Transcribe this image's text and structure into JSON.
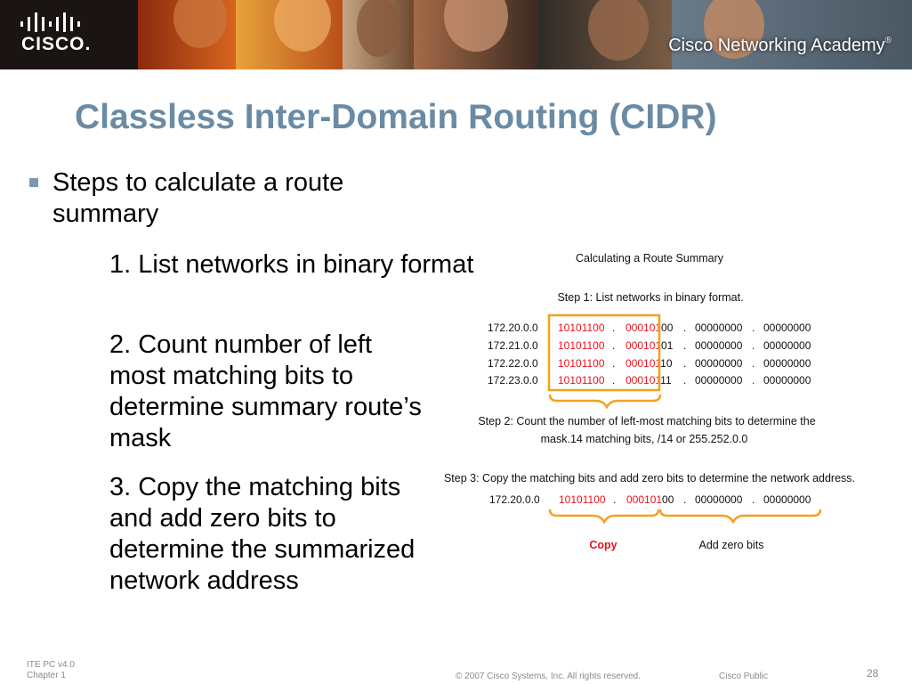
{
  "header": {
    "logo_text": "CISCO.",
    "academy_text": "Cisco Networking Academy",
    "academy_reg": "®"
  },
  "title": "Classless Inter-Domain Routing (CIDR)",
  "bullet": "Steps to calculate a route summary",
  "steps": [
    "1. List networks in binary format",
    "2. Count number of left most matching bits to determine summary route’s mask",
    "3. Copy the matching bits and add zero bits to determine the summarized network address"
  ],
  "figure": {
    "title": "Calculating a Route Summary",
    "step1_label": "Step 1: List networks in binary format.",
    "networks": [
      {
        "ip": "172.20.0.0",
        "oct1": "10101100",
        "oct2_match": "000101",
        "oct2_rest": "00",
        "oct3": "00000000",
        "oct4": "00000000"
      },
      {
        "ip": "172.21.0.0",
        "oct1": "10101100",
        "oct2_match": "000101",
        "oct2_rest": "01",
        "oct3": "00000000",
        "oct4": "00000000"
      },
      {
        "ip": "172.22.0.0",
        "oct1": "10101100",
        "oct2_match": "000101",
        "oct2_rest": "10",
        "oct3": "00000000",
        "oct4": "00000000"
      },
      {
        "ip": "172.23.0.0",
        "oct1": "10101100",
        "oct2_match": "000101",
        "oct2_rest": "11",
        "oct3": "00000000",
        "oct4": "00000000"
      }
    ],
    "step2_line1": "Step 2: Count the number of left-most matching bits to determine the",
    "step2_line2": "mask.14 matching bits, /14 or 255.252.0.0",
    "step3_label": "Step 3: Copy the matching bits and add zero bits to determine the network address.",
    "summary": {
      "ip": "172.20.0.0",
      "oct1": "10101100",
      "oct2_match": "000101",
      "oct2_rest": "00",
      "oct3": "00000000",
      "oct4": "00000000"
    },
    "dot": ".",
    "copy_label": "Copy",
    "zero_label": "Add zero bits"
  },
  "footer": {
    "version": "ITE PC v4.0",
    "chapter": "Chapter 1",
    "copyright": "© 2007 Cisco Systems, Inc. All rights reserved.",
    "classification": "Cisco Public",
    "page": "28"
  },
  "colors": {
    "title": "#6b8ba4",
    "highlight_red": "#e8141c",
    "bracket_orange": "#f5a11c",
    "bullet": "#7d97b0"
  }
}
